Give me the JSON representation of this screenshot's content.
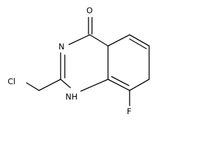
{
  "molecule": {
    "atoms": {
      "oxygen": "O",
      "n3": "N",
      "n1h": "NH",
      "h_on_n1": "H",
      "chlorine": "Cl",
      "fluorine": "F"
    },
    "colors": {
      "ink": "#000000",
      "background": "#ffffff"
    }
  }
}
